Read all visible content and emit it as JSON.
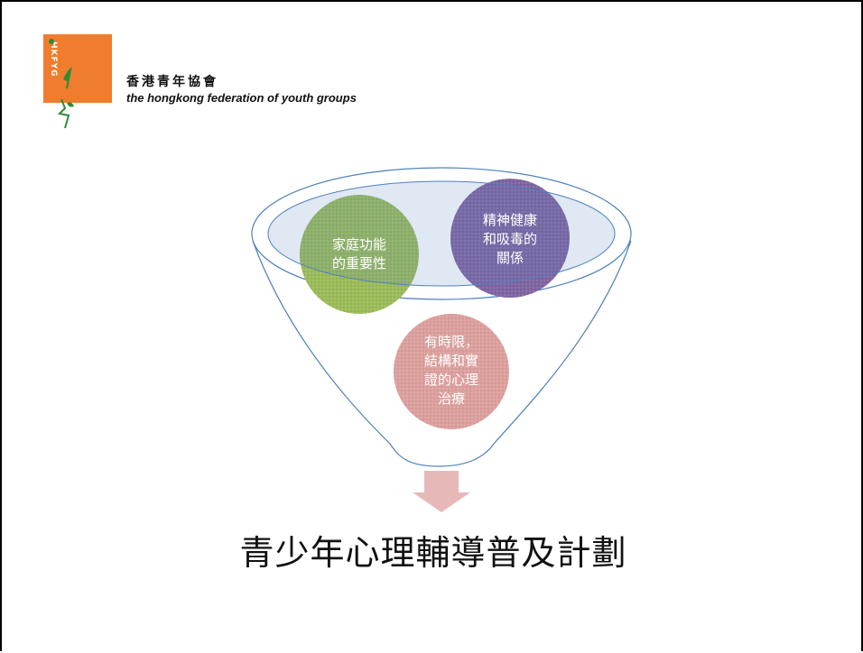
{
  "header": {
    "org_name_zh": "香港青年協會",
    "org_name_en": "the hongkong federation of youth groups",
    "logo_vertical_text": "HKFYG"
  },
  "funnel": {
    "bubbles": [
      {
        "label_line1": "家庭功能",
        "label_line2": "的重要性",
        "color": "#9bbb59"
      },
      {
        "label_line1": "精神健康",
        "label_line2": "和吸毒的",
        "label_line3": "關係",
        "color": "#8064a2"
      },
      {
        "label_line1": "有時限，",
        "label_line2": "結構和實",
        "label_line3": "證的心理",
        "label_line4": "治療",
        "color": "#c0504d"
      }
    ],
    "ellipse_color": "#4f81bd",
    "arrow_color": "#e6b9b8"
  },
  "main": {
    "title": "青少年心理輔導普及計劃"
  }
}
